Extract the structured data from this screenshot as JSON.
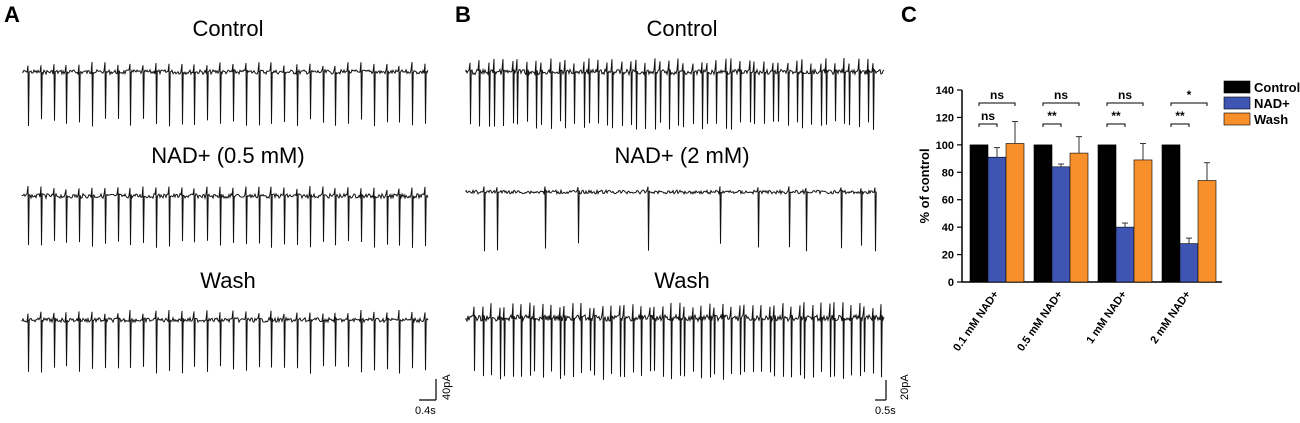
{
  "panels": {
    "A": {
      "letter": "A",
      "traces": [
        {
          "title": "Control"
        },
        {
          "title": "NAD+ (0.5 mM)"
        },
        {
          "title": "Wash"
        }
      ],
      "scale_bar": {
        "amplitude": "40pA",
        "time": "0.4s"
      }
    },
    "B": {
      "letter": "B",
      "traces": [
        {
          "title": "Control"
        },
        {
          "title": "NAD+ (2 mM)"
        },
        {
          "title": "Wash"
        }
      ],
      "scale_bar": {
        "amplitude": "20pA",
        "time": "0.5s"
      }
    },
    "C": {
      "letter": "C"
    }
  },
  "chart_data": {
    "type": "bar",
    "categories": [
      "0.1 mM NAD+",
      "0.5 mM NAD+",
      "1 mM NAD+",
      "2 mM NAD+"
    ],
    "series": [
      {
        "name": "Control",
        "color": "#000000",
        "values": [
          100,
          100,
          100,
          100
        ],
        "errors": [
          0,
          0,
          0,
          0
        ]
      },
      {
        "name": "NAD+",
        "color": "#3f55b4",
        "values": [
          91,
          84,
          40,
          28
        ],
        "errors": [
          7,
          2,
          3,
          4
        ]
      },
      {
        "name": "Wash",
        "color": "#f7902a",
        "values": [
          101,
          94,
          89,
          74
        ],
        "errors": [
          16,
          12,
          12,
          13
        ]
      }
    ],
    "ylabel": "% of control",
    "ylim": [
      0,
      140
    ],
    "yticks": [
      0,
      20,
      40,
      60,
      80,
      100,
      120,
      140
    ],
    "legend_position": "top-right",
    "significance": [
      {
        "group": "0.1 mM NAD+",
        "control_vs_nad": "ns",
        "control_vs_wash": "ns"
      },
      {
        "group": "0.5 mM NAD+",
        "control_vs_nad": "**",
        "control_vs_wash": "ns"
      },
      {
        "group": "1 mM NAD+",
        "control_vs_nad": "**",
        "control_vs_wash": "ns"
      },
      {
        "group": "2 mM NAD+",
        "control_vs_nad": "**",
        "control_vs_wash": "*"
      }
    ]
  }
}
